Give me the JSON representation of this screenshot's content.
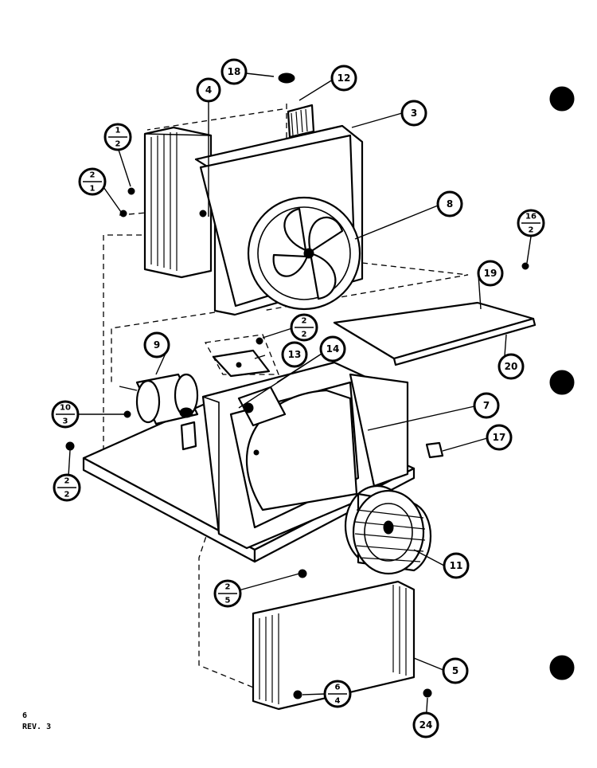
{
  "callouts": {
    "c18": "18",
    "c12": "12",
    "c4": "4",
    "c3": "3",
    "c8": "8",
    "c16": "16",
    "c9": "9",
    "c13": "13",
    "c14": "14",
    "c20": "20",
    "c7": "7",
    "c17": "17",
    "c11": "11",
    "c5": "5",
    "c24": "24"
  },
  "fractions": {
    "f1_2": {
      "top": "1",
      "bottom": "2"
    },
    "f2_1": {
      "top": "2",
      "bottom": "1"
    },
    "f16_2": {
      "top": "16",
      "bottom": "2"
    },
    "f2_2a": {
      "top": "2",
      "bottom": "2"
    },
    "f10_3": {
      "top": "10",
      "bottom": "3"
    },
    "f2_2b": {
      "top": "2",
      "bottom": "2"
    },
    "f2_5": {
      "top": "2",
      "bottom": "5"
    },
    "f6_4": {
      "top": "6",
      "bottom": "4"
    }
  },
  "footer": {
    "page": "6",
    "rev": "REV. 3"
  }
}
